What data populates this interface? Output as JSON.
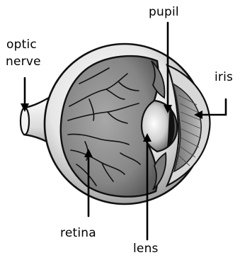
{
  "labels": {
    "optic": "optic",
    "nerve": "nerve",
    "pupil": "pupil",
    "iris": "iris",
    "retina": "retina",
    "lens": "lens"
  },
  "colors": {
    "outline": "#111111",
    "eyeball_light": "#f3f3f3",
    "eyeball_shade": "#9a9a9a",
    "interior": "#8a8a8a",
    "interior_dark": "#5e5e5e",
    "vessels": "#1a1a1a",
    "lens_light": "#ffffff",
    "lens_dark": "#2a2a2a",
    "iris": "#9d9d9d"
  }
}
